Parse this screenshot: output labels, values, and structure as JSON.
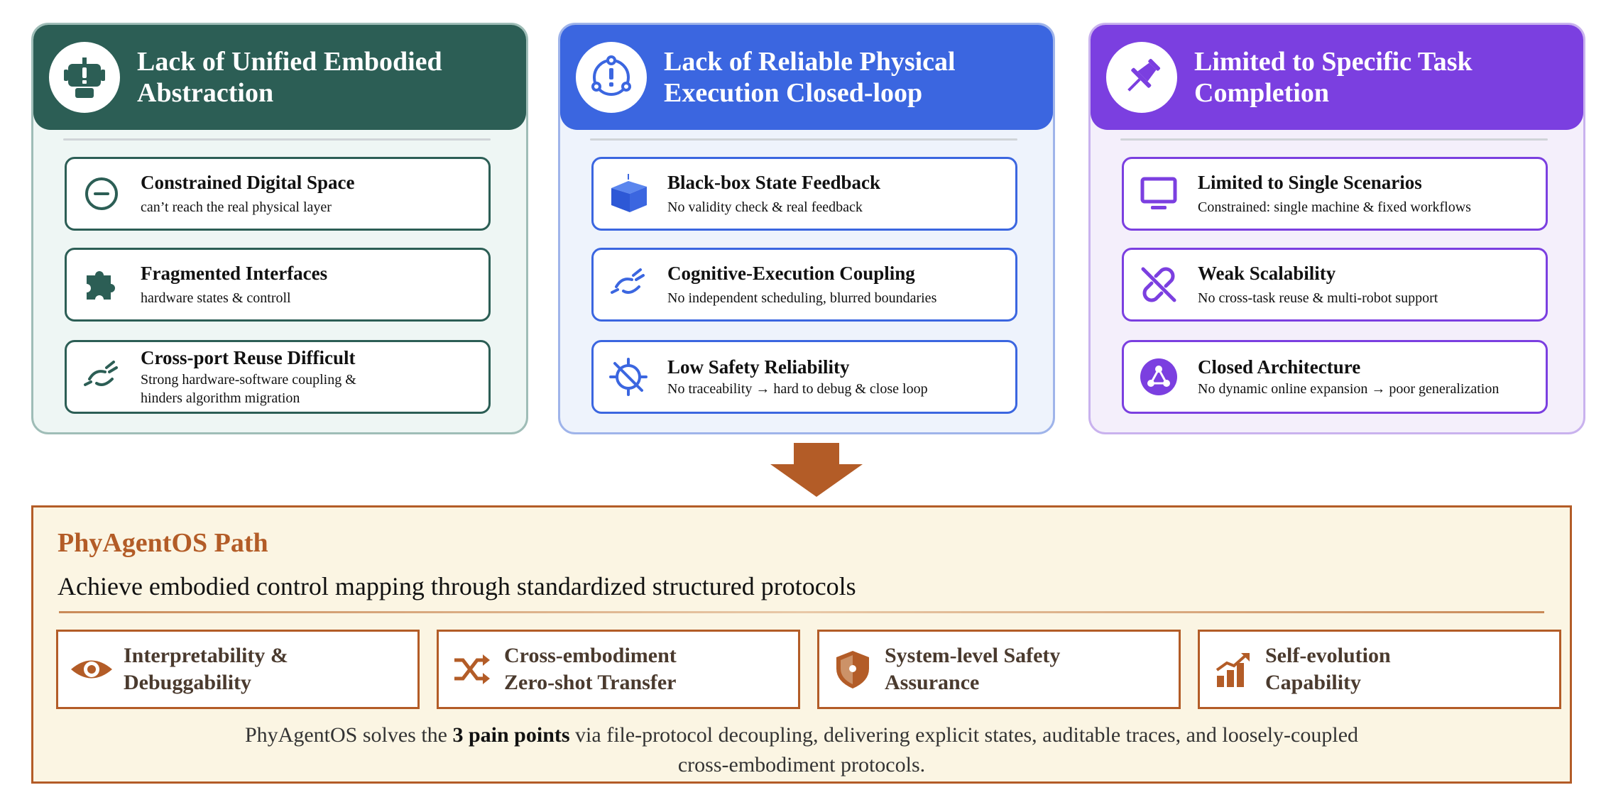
{
  "panels": [
    {
      "title_line1": "Lack of Unified Embodied",
      "title_line2": "Abstraction",
      "header_icon": "robot-alert-icon",
      "color": "#2c5e55",
      "items": [
        {
          "title": "Constrained Digital Space",
          "desc_line1": "can’t reach the real physical layer",
          "desc_line2": "",
          "icon": "minus-circle-icon"
        },
        {
          "title": "Fragmented Interfaces",
          "desc_line1": "hardware states & controll",
          "desc_line2": "",
          "icon": "puzzle-icon"
        },
        {
          "title": "Cross-port Reuse Difficult",
          "desc_line1": "Strong hardware-software coupling &",
          "desc_line2": "hinders algorithm migration",
          "icon": "plug-link-icon"
        }
      ]
    },
    {
      "title_line1": "Lack of Reliable Physical",
      "title_line2": "Execution Closed-loop",
      "header_icon": "cycle-alert-icon",
      "color": "#3b66e0",
      "items": [
        {
          "title": "Black-box State Feedback",
          "desc_line1": "No validity check & real feedback",
          "desc_line2": "",
          "icon": "box-icon"
        },
        {
          "title": "Cognitive-Execution Coupling",
          "desc_line1": "No independent scheduling, blurred boundaries",
          "desc_line2": "",
          "icon": "plug-link-icon"
        },
        {
          "title": "Low Safety Reliability",
          "desc_line1": "No traceability → hard to debug & close loop",
          "desc_line2": "",
          "icon": "disabled-target-icon"
        }
      ]
    },
    {
      "title_line1": "Limited to Specific Task",
      "title_line2": "Completion",
      "header_icon": "pushpin-icon",
      "color": "#7b3fe0",
      "items": [
        {
          "title": "Limited to Single Scenarios",
          "desc_line1": "Constrained: single machine & fixed workflows",
          "desc_line2": "",
          "icon": "monitor-icon"
        },
        {
          "title": "Weak Scalability",
          "desc_line1": "No cross-task reuse & multi-robot support",
          "desc_line2": "",
          "icon": "broken-link-icon"
        },
        {
          "title": "Closed Architecture",
          "desc_line1": "No dynamic online expansion → poor generalization",
          "desc_line2": "",
          "icon": "network-icon"
        }
      ]
    }
  ],
  "solution": {
    "title": "PhyAgentOS Path",
    "subtitle": "Achieve embodied control mapping through standardized structured protocols",
    "color": "#b35c27",
    "features": [
      {
        "line1": "Interpretability &",
        "line2": "Debuggability",
        "icon": "eye-icon"
      },
      {
        "line1": "Cross-embodiment",
        "line2": "Zero-shot Transfer",
        "icon": "shuffle-icon"
      },
      {
        "line1": "System-level Safety",
        "line2": "Assurance",
        "icon": "shield-icon"
      },
      {
        "line1": "Self-evolution",
        "line2": "Capability",
        "icon": "growth-chart-icon"
      }
    ],
    "summary_prefix": "PhyAgentOS solves the ",
    "summary_bold": "3 pain points",
    "summary_line1_rest": " via file-protocol decoupling, delivering explicit states, auditable traces, and loosely-coupled",
    "summary_line2": "cross-embodiment protocols."
  }
}
